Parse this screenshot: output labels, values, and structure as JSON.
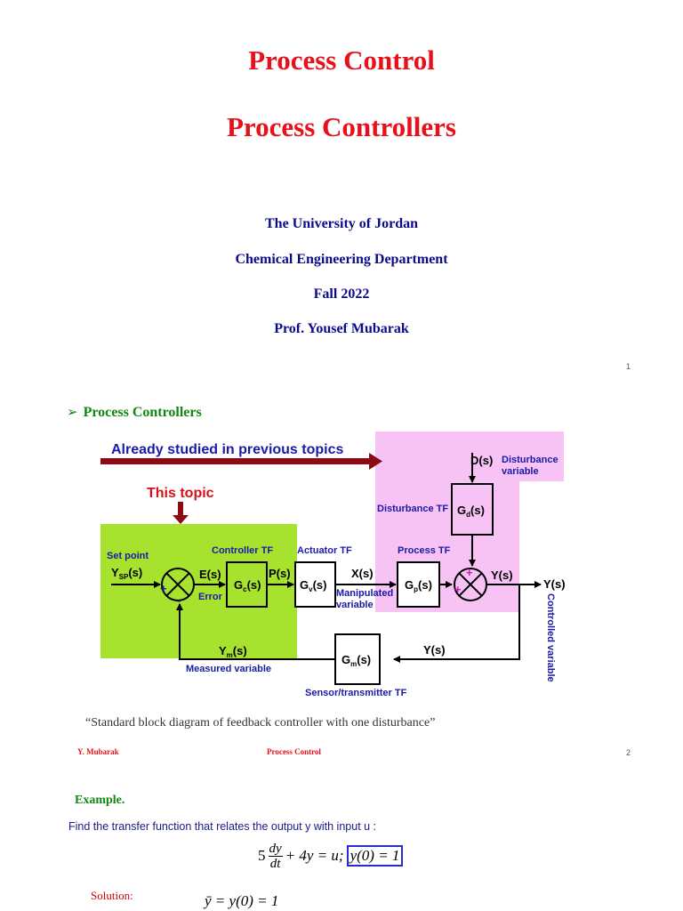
{
  "slide1": {
    "title": "Process Control",
    "subtitle": "Process Controllers",
    "university": "The University of Jordan",
    "department": "Chemical Engineering Department",
    "term": "Fall 2022",
    "professor": "Prof. Yousef Mubarak",
    "page_number": "1"
  },
  "slide2": {
    "bullet_glyph": "➢",
    "section_title": "Process Controllers",
    "diagram": {
      "banner": "Already studied in previous topics",
      "this_topic": "This topic",
      "set_point": "Set point",
      "ysp": "Y",
      "ysp_sub": "SP",
      "ysp_arg": "(s)",
      "plus": "+",
      "minus": "-",
      "error_signal": "E(s)",
      "error_label": "Error",
      "controller_tf": "Controller TF",
      "gc": "G",
      "gc_sub": "c",
      "gc_arg": "(s)",
      "ps": "P(s)",
      "actuator_tf": "Actuator TF",
      "gv": "G",
      "gv_sub": "v",
      "gv_arg": "(s)",
      "xs": "X(s)",
      "manipulated_1": "Manipulated",
      "manipulated_2": "variable",
      "process_tf": "Process TF",
      "gp": "G",
      "gp_sub": "p",
      "gp_arg": "(s)",
      "disturbance_tf": "Disturbance TF",
      "gd": "G",
      "gd_sub": "d",
      "gd_arg": "(s)",
      "ds": "D(s)",
      "disturbance_1": "Disturbance",
      "disturbance_2": "variable",
      "ys_1": "Y(s)",
      "ys_out": "Y(s)",
      "controlled_variable": "Controlled variable",
      "ys_feedback": "Y(s)",
      "gm": "G",
      "gm_sub": "m",
      "gm_arg": "(s)",
      "sensor_tf": "Sensor/transmitter TF",
      "ym": "Y",
      "ym_sub": "m",
      "ym_arg": "(s)",
      "measured_variable": "Measured variable"
    },
    "caption": "“Standard block diagram of feedback controller with  one disturbance”",
    "footer_left": "Y. Mubarak",
    "footer_center": "Process Control",
    "page_number": "2"
  },
  "slide3": {
    "example_label": "Example.",
    "question": "Find the transfer function that relates the output y  with input u :",
    "equation": {
      "coef": "5",
      "dy": "dy",
      "dt": "dt",
      "rest": "+ 4y = u;",
      "initial": "y(0) = 1"
    },
    "solution_label": "Solution:",
    "solution_eq": "ȳ = y(0) = 1"
  },
  "colors": {
    "title_red": "#e8101a",
    "info_navy": "#0b0b8a",
    "section_green": "#118811",
    "lime_box": "#a6e22e",
    "pink_box": "#f7c3f5",
    "dark_red_arrow": "#8b0a14",
    "label_blue": "#1a1aa8"
  }
}
